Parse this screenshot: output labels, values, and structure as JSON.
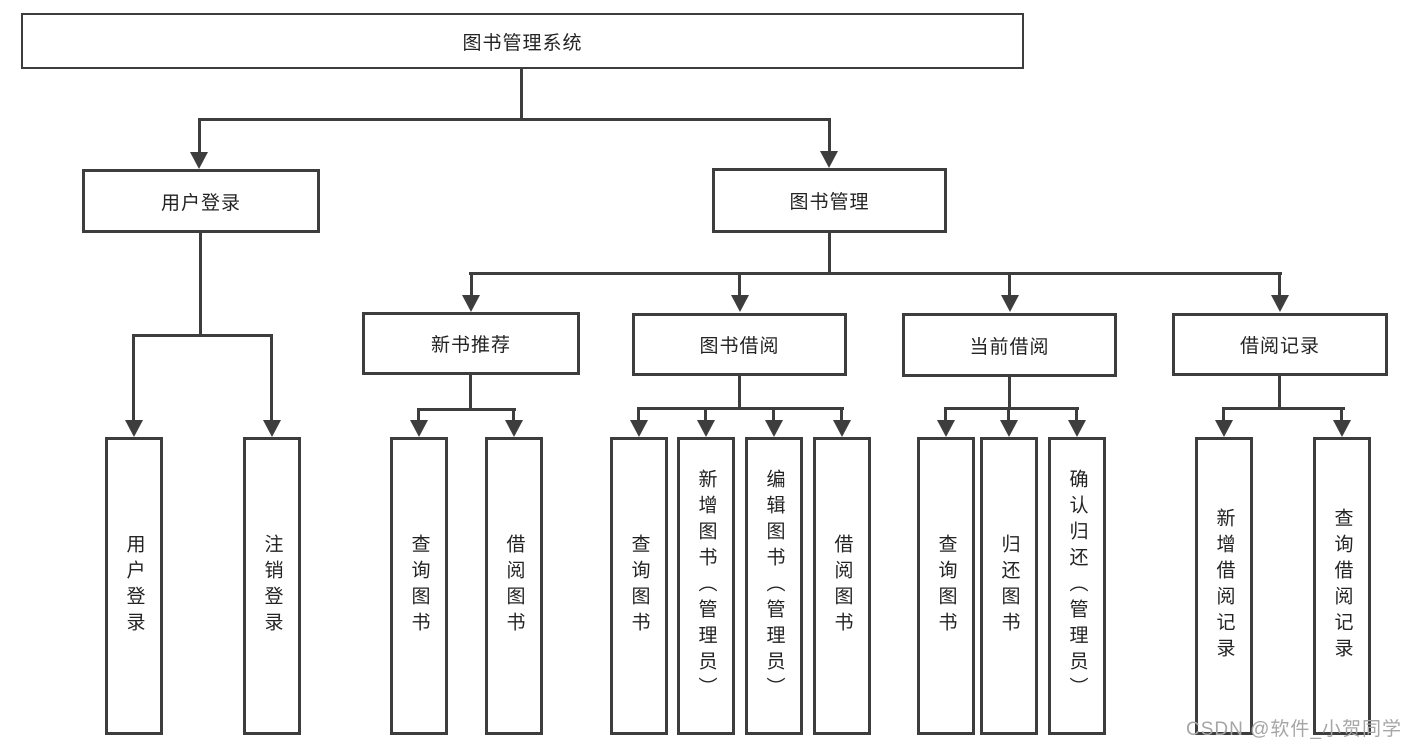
{
  "diagram": {
    "root": {
      "label": "图书管理系统"
    },
    "branches": [
      {
        "label": "用户登录",
        "children": [
          {
            "label": "用户登录"
          },
          {
            "label": "注销登录"
          }
        ]
      },
      {
        "label": "图书管理",
        "children": [
          {
            "label": "新书推荐",
            "children": [
              {
                "label": "查询图书"
              },
              {
                "label": "借阅图书"
              }
            ]
          },
          {
            "label": "图书借阅",
            "children": [
              {
                "label": "查询图书"
              },
              {
                "label": "新增图书（管理员）"
              },
              {
                "label": "编辑图书（管理员）"
              },
              {
                "label": "借阅图书"
              }
            ]
          },
          {
            "label": "当前借阅",
            "children": [
              {
                "label": "查询图书"
              },
              {
                "label": "归还图书"
              },
              {
                "label": "确认归还（管理员）"
              }
            ]
          },
          {
            "label": "借阅记录",
            "children": [
              {
                "label": "新增借阅记录"
              },
              {
                "label": "查询借阅记录"
              }
            ]
          }
        ]
      }
    ],
    "watermark": "CSDN @软件_小贺同学",
    "colors": {
      "line": "#3d3d3d",
      "text": "#232323",
      "watermark": "#a6a6a6",
      "background": "#ffffff"
    }
  }
}
